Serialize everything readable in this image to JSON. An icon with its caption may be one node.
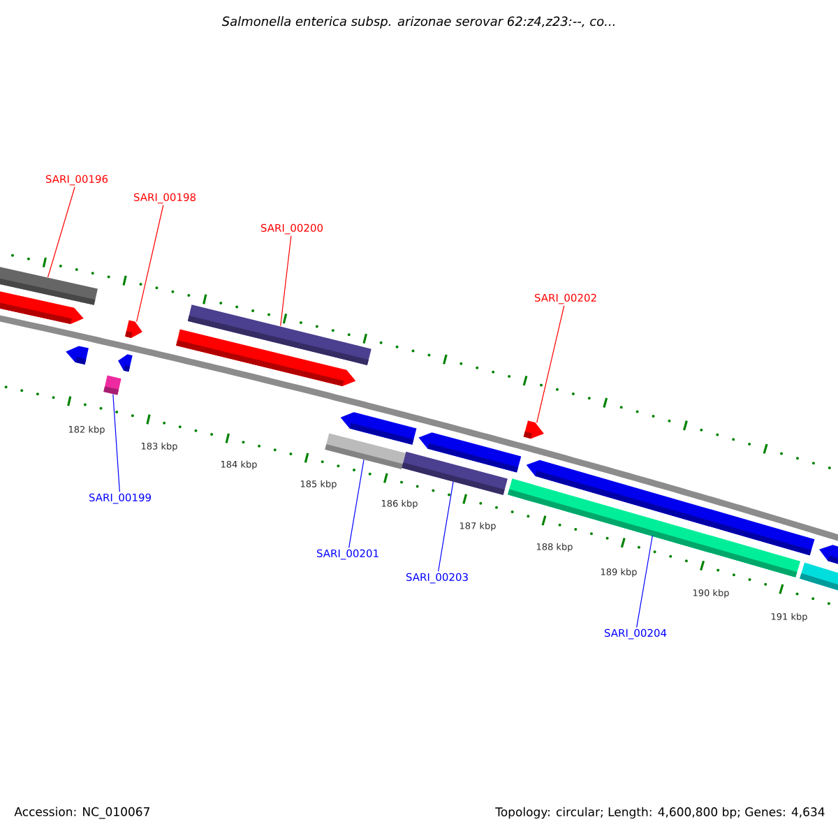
{
  "diagram": {
    "title": "Salmonella enterica subsp. arizonae serovar 62:z4,z23:--, co...",
    "nodes": [
      {
        "text": [
          "SARI_00196"
        ]
      },
      {
        "text": [
          "SARI_00198"
        ]
      },
      {
        "text": [
          "SARI_00200"
        ]
      },
      {
        "text": [
          "SARI_00202"
        ]
      },
      {
        "text": [
          "SARI_00199"
        ]
      },
      {
        "text": [
          "SARI_00201"
        ]
      },
      {
        "text": [
          "SARI_00203"
        ]
      },
      {
        "text": [
          "SARI_00204"
        ]
      },
      {
        "text": [],
        "shape": "bar"
      },
      {
        "text": [],
        "shape": "pentagon"
      },
      {
        "text": [],
        "shape": "bar"
      },
      {
        "text": [],
        "shape": "bar"
      },
      {
        "text": [],
        "shape": "bar"
      },
      {
        "text": [],
        "shape": "bar"
      },
      {
        "text": [],
        "shape": "bar"
      },
      {
        "text": [],
        "shape": "pentagon"
      }
    ],
    "edges": [
      {
        "from": 0,
        "to": 8,
        "arrow": "none",
        "color": "#ff0000"
      },
      {
        "from": 1,
        "to": 9,
        "arrow": "none",
        "color": "#ff0000"
      },
      {
        "from": 2,
        "to": 11,
        "arrow": "none",
        "color": "#ff0000"
      },
      {
        "from": 3,
        "to": 15,
        "arrow": "none",
        "color": "#ff0000"
      },
      {
        "from": 4,
        "to": 10,
        "arrow": "none",
        "color": "#0000ff"
      },
      {
        "from": 5,
        "to": 12,
        "arrow": "none",
        "color": "#0000ff"
      },
      {
        "from": 6,
        "to": 13,
        "arrow": "none",
        "color": "#0000ff"
      },
      {
        "from": 7,
        "to": 14,
        "arrow": "none",
        "color": "#0000ff"
      }
    ],
    "labels": [
      "182 kbp",
      "183 kbp",
      "184 kbp",
      "185 kbp",
      "186 kbp",
      "187 kbp",
      "188 kbp",
      "189 kbp",
      "190 kbp",
      "191 kbp",
      "Accession: NC_010067",
      "Topology: circular; Length: 4,600,800 bp; Genes: 4,634"
    ]
  }
}
